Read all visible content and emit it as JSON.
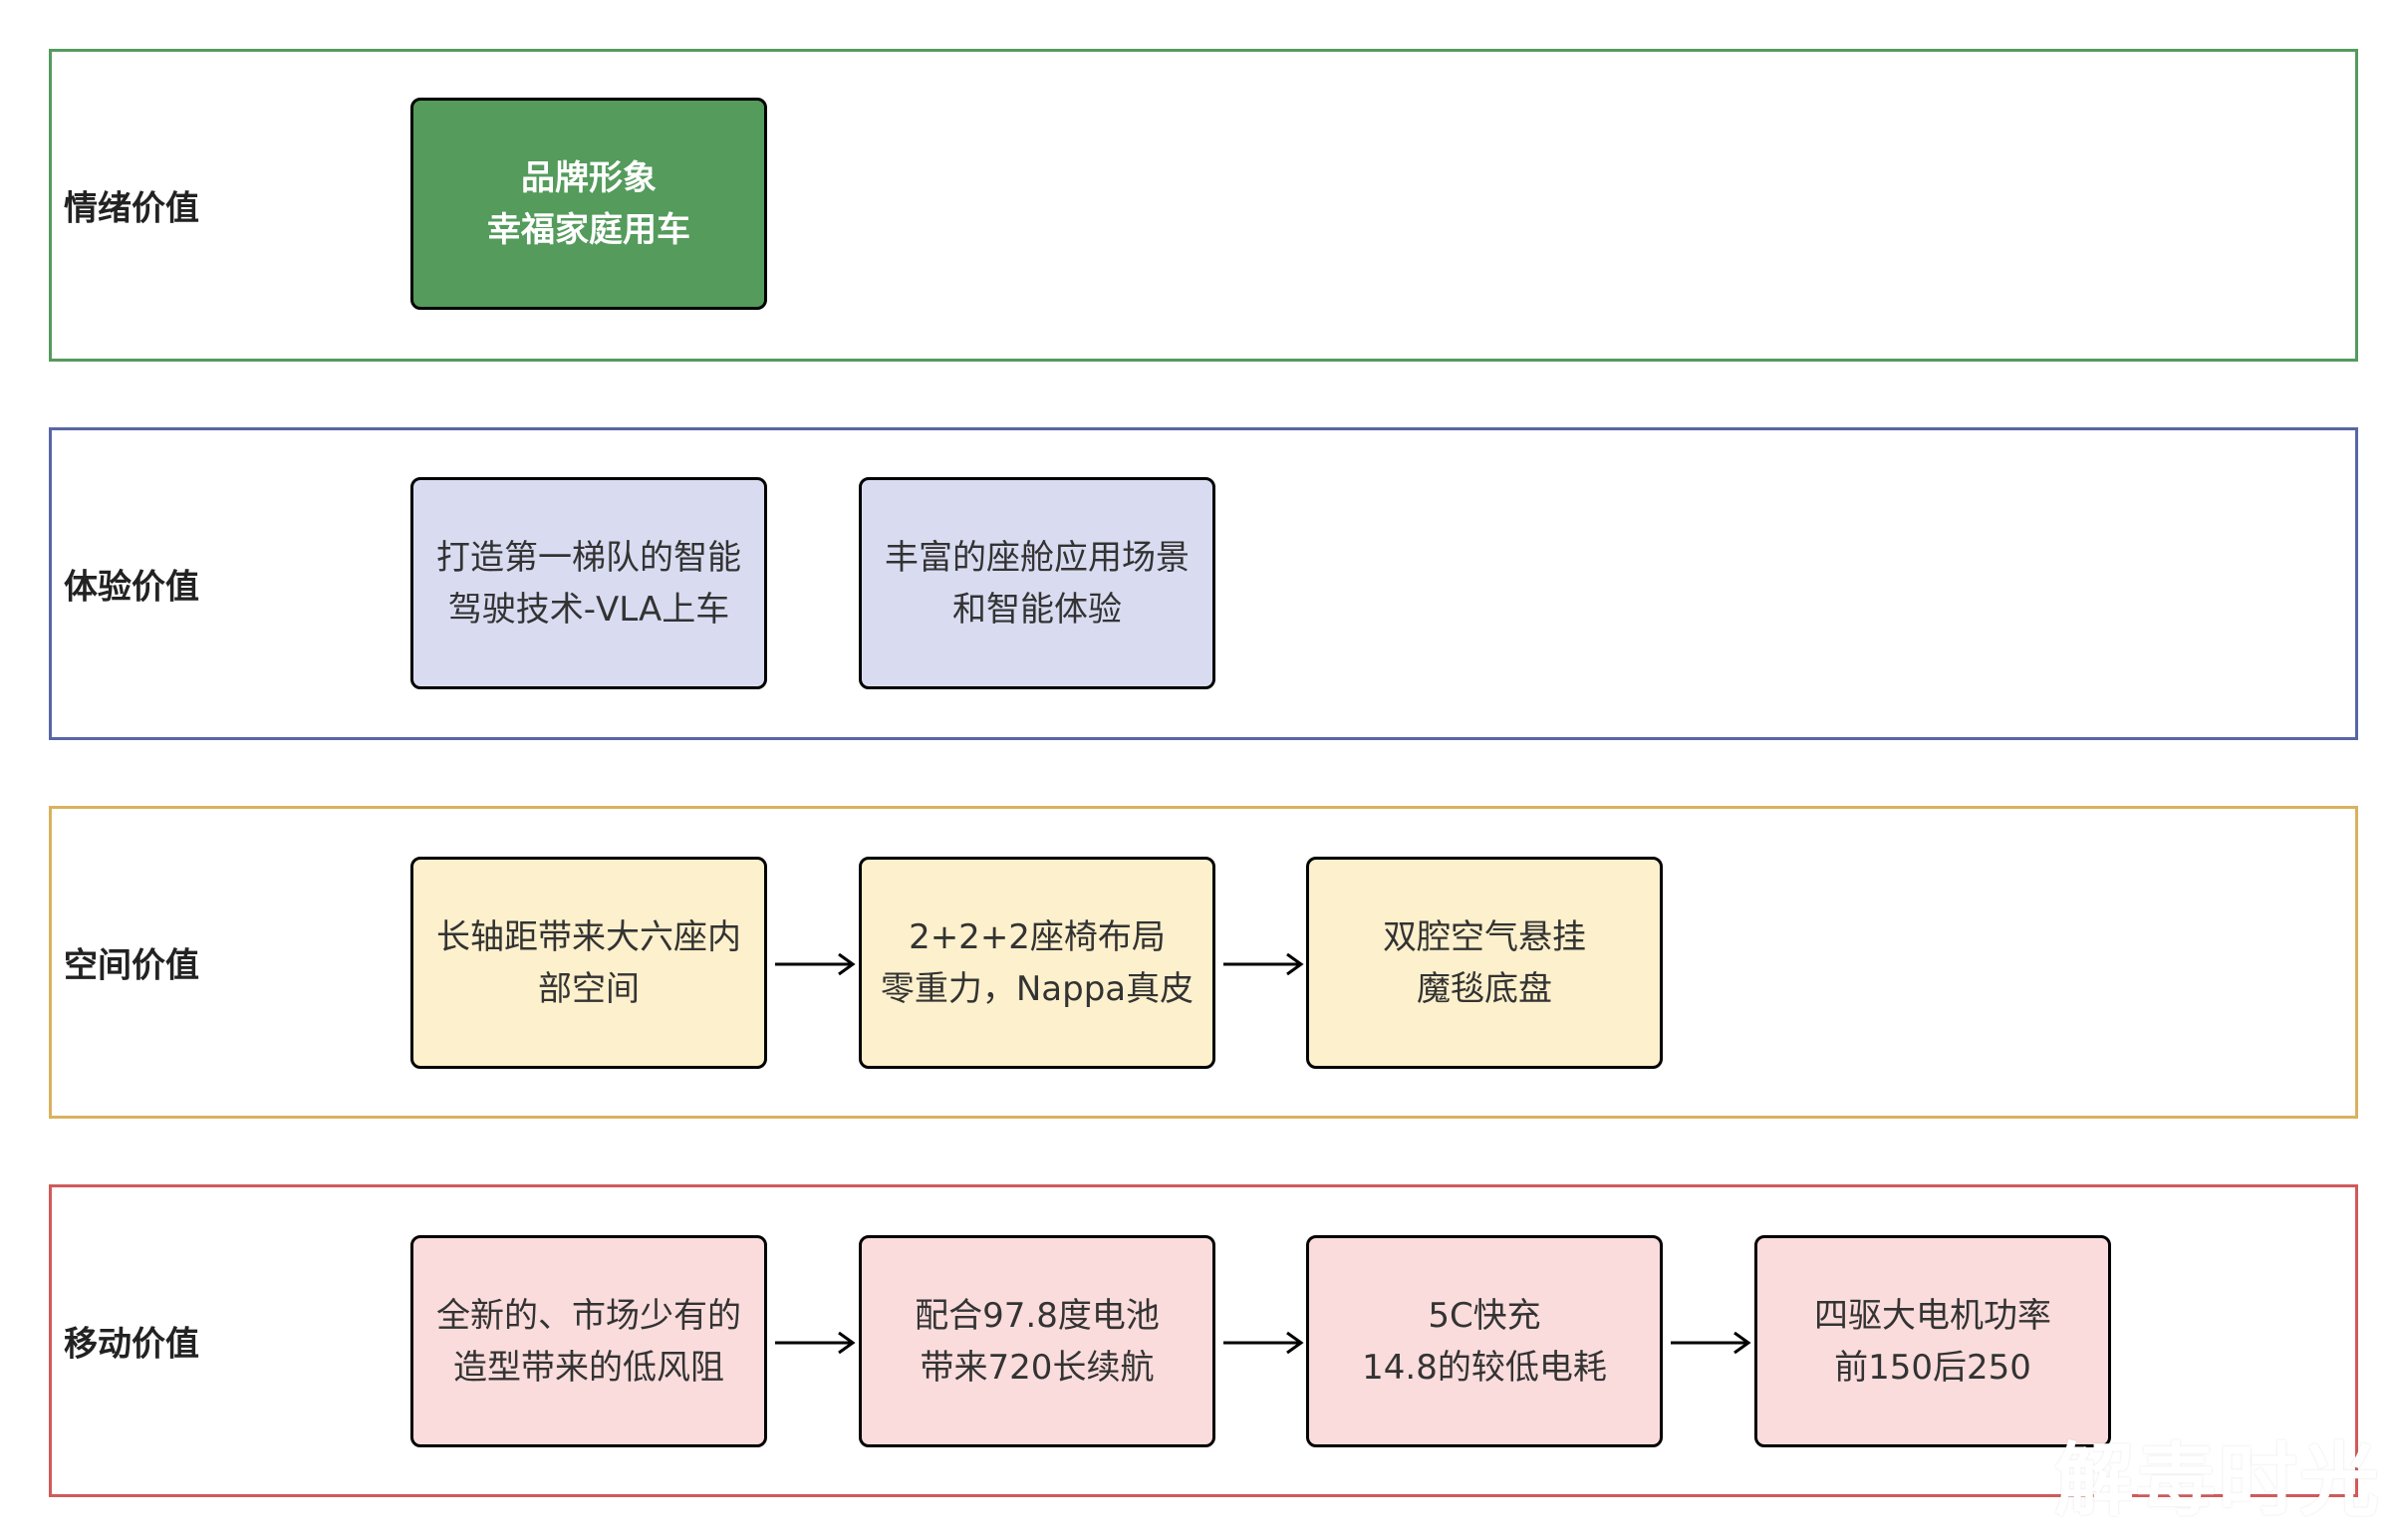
{
  "rows": [
    {
      "label": "情绪价值",
      "border_color": "#559a5e",
      "box_fill": "#549b5c",
      "box_text_color": "#ffffff",
      "boxes": [
        {
          "line1": "品牌形象",
          "line2": "幸福家庭用车"
        }
      ]
    },
    {
      "label": "体验价值",
      "border_color": "#5866a6",
      "box_fill": "#d9dcf1",
      "box_text_color": "#333333",
      "boxes": [
        {
          "line1": "打造第一梯队的智能",
          "line2": "驾驶技术-VLA上车"
        },
        {
          "line1": "丰富的座舱应用场景",
          "line2": "和智能体验"
        }
      ]
    },
    {
      "label": "空间价值",
      "border_color": "#d9b25e",
      "box_fill": "#fdf0cc",
      "box_text_color": "#333333",
      "boxes": [
        {
          "line1": "长轴距带来大六座内",
          "line2": "部空间"
        },
        {
          "line1": "2+2+2座椅布局",
          "line2": "零重力，Nappa真皮"
        },
        {
          "line1": "双腔空气悬挂",
          "line2": "魔毯底盘"
        }
      ]
    },
    {
      "label": "移动价值",
      "border_color": "#d05a5a",
      "box_fill": "#fadcdc",
      "box_text_color": "#333333",
      "boxes": [
        {
          "line1": "全新的、市场少有的",
          "line2": "造型带来的低风阻"
        },
        {
          "line1": "配合97.8度电池",
          "line2": "带来720长续航"
        },
        {
          "line1": "5C快充",
          "line2": "14.8的较低电耗"
        },
        {
          "line1": "四驱大电机功率",
          "line2": "前150后250"
        }
      ]
    }
  ],
  "watermark": "解毒时光"
}
